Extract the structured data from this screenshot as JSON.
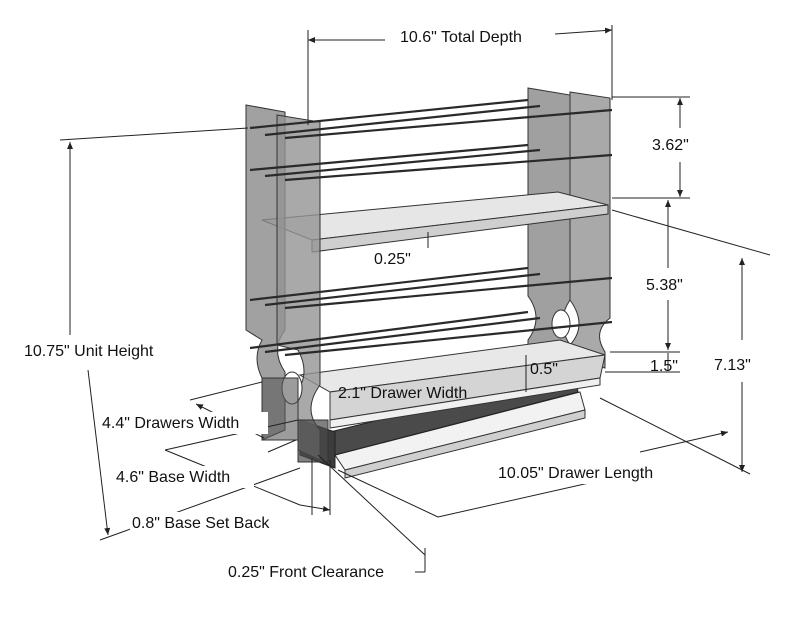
{
  "labels": {
    "total_depth": "10.6\" Total Depth",
    "top_tier_height": "3.62\"",
    "shelf_thickness": "0.25\"",
    "mid_tier_height": "5.38\"",
    "unit_height": "10.75\" Unit Height",
    "drawer_to_base": "0.5\"",
    "base_height": "1.5\"",
    "drawer_width": "2.1\" Drawer Width",
    "drawers_height": "7.13\"",
    "drawers_width": "4.4\" Drawers Width",
    "base_width": "4.6\" Base Width",
    "drawer_length": "10.05\" Drawer Length",
    "base_set_back": "0.8\" Base Set Back",
    "front_clearance": "0.25\" Front Clearance"
  },
  "colors": {
    "panel_fill": "#8a8a8a",
    "panel_light": "#b4b4b4",
    "shelf_fill": "#e6e6e6",
    "rod": "#2a2a2a",
    "dim_line": "#222222",
    "base_dark": "#3c3c3c",
    "background": "#ffffff"
  }
}
